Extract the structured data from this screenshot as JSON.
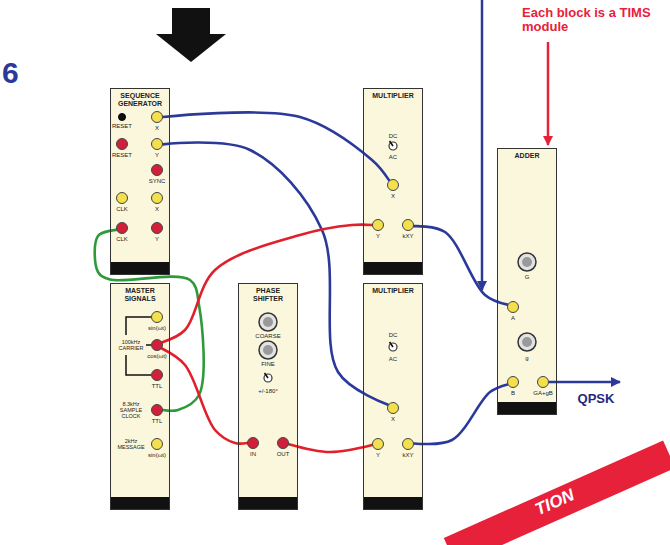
{
  "diagram": {
    "nodes": [
      {
        "text": [
          "SEQUENCE GENERATOR"
        ]
      },
      {
        "text": [
          "RESET"
        ],
        "in": 0
      },
      {
        "text": [
          "X"
        ],
        "in": 0
      },
      {
        "text": [
          "RESET"
        ],
        "in": 0
      },
      {
        "text": [
          "Y"
        ],
        "in": 0
      },
      {
        "text": [
          "SYNC"
        ],
        "in": 0
      },
      {
        "text": [
          "CLK"
        ],
        "in": 0
      },
      {
        "text": [
          "X"
        ],
        "in": 0
      },
      {
        "text": [
          "CLK"
        ],
        "in": 0
      },
      {
        "text": [
          "Y"
        ],
        "in": 0
      },
      {
        "text": [
          "MULTIPLIER"
        ]
      },
      {
        "text": [
          "X"
        ],
        "in": 10
      },
      {
        "text": [
          "Y"
        ],
        "in": 10
      },
      {
        "text": [
          "kXY"
        ],
        "in": 10
      },
      {
        "text": [
          "ADDER"
        ]
      },
      {
        "text": [
          "A"
        ],
        "in": 14
      },
      {
        "text": [
          "B"
        ],
        "in": 14
      },
      {
        "text": [
          "GA+gB"
        ],
        "in": 14
      },
      {
        "text": [
          "MASTER SIGNALS"
        ]
      },
      {
        "text": [
          "sin(ωt)"
        ],
        "in": 18
      },
      {
        "text": [
          "cos(ωt)"
        ],
        "in": 18
      },
      {
        "text": [
          "TTL"
        ],
        "in": 18
      },
      {
        "text": [
          "TTL"
        ],
        "in": 18
      },
      {
        "text": [
          "sin(ωt)"
        ],
        "in": 18
      },
      {
        "text": [
          "PHASE SHIFTER"
        ]
      },
      {
        "text": [
          "IN"
        ],
        "in": 24
      },
      {
        "text": [
          "OUT"
        ],
        "in": 24
      },
      {
        "text": [
          "MULTIPLIER"
        ]
      },
      {
        "text": [
          "X"
        ],
        "in": 27
      },
      {
        "text": [
          "Y"
        ],
        "in": 27
      },
      {
        "text": [
          "kXY"
        ],
        "in": 27
      }
    ],
    "edges": [
      {
        "from": 2,
        "to": 11,
        "arrow": "none"
      },
      {
        "from": 4,
        "to": 28,
        "arrow": "none"
      },
      {
        "from": 8,
        "to": 22,
        "arrow": "none"
      },
      {
        "from": 20,
        "to": 12,
        "arrow": "none"
      },
      {
        "from": 20,
        "to": 25,
        "arrow": "none"
      },
      {
        "from": 26,
        "to": 29,
        "arrow": "none"
      },
      {
        "from": 13,
        "to": 15,
        "arrow": "none"
      },
      {
        "from": 30,
        "to": 16,
        "arrow": "none"
      }
    ],
    "labels": [
      "6",
      "Each block is a TIMS module",
      "QPSK",
      "DC",
      "AC",
      "DC",
      "AC",
      "G",
      "g",
      "100kHz CARRIER",
      "8.3kHz SAMPLE CLOCK",
      "2kHz MESSAGE",
      "COARSE",
      "FINE",
      "+/-180°",
      "TION"
    ]
  }
}
